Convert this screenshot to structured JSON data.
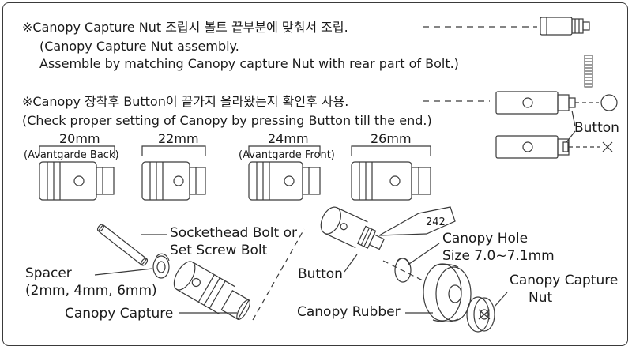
{
  "note1": {
    "line1": "※Canopy Capture Nut 조립시 볼트 끝부분에 맞춰서 조립.",
    "line2": "(Canopy Capture Nut assembly.",
    "line3": "Assemble by matching Canopy capture Nut with rear part of Bolt.)"
  },
  "note2": {
    "line1": "※Canopy 장착후 Button이 끝가지 올라왔는지 확인후 사용.",
    "line2": "(Check proper setting of Canopy by pressing Button till the end.)"
  },
  "button_callout": "Button",
  "sizes": [
    {
      "size": "20mm",
      "model": "(Avantgarde Back)"
    },
    {
      "size": "22mm",
      "model": ""
    },
    {
      "size": "24mm",
      "model": "(Avantgarde Front)"
    },
    {
      "size": "26mm",
      "model": ""
    }
  ],
  "parts": {
    "bolt_line1": "Sockethead Bolt or",
    "bolt_line2": "Set Screw Bolt",
    "spacer": "Spacer",
    "spacer_sizes": "(2mm, 4mm, 6mm)",
    "canopy_capture": "Canopy Capture",
    "button": "Button",
    "glue_tag": "242",
    "canopy_hole": "Canopy Hole",
    "hole_size": "Size 7.0~7.1mm",
    "canopy_rubber": "Canopy Rubber",
    "capture_nut_line1": "Canopy Capture",
    "capture_nut_line2": "Nut"
  }
}
